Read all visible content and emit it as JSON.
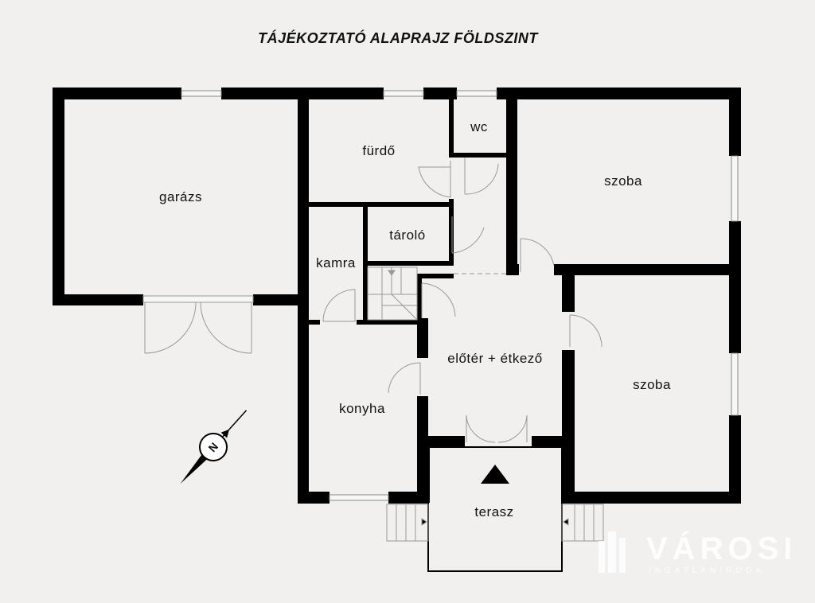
{
  "title": "TÁJÉKOZTATÓ ALAPRAJZ FÖLDSZINT",
  "rooms": {
    "garazs": "garázs",
    "furdo": "fürdő",
    "wc": "wc",
    "szoba_top": "szoba",
    "tarolo": "tároló",
    "kamra": "kamra",
    "eloter": "előtér + étkező",
    "szoba_bottom": "szoba",
    "konyha": "konyha",
    "terasz": "terasz"
  },
  "compass": {
    "label": "N"
  },
  "logo": {
    "name": "VÁROSI",
    "tagline": "INGATLANIRODA"
  },
  "colors": {
    "wall": "#000000",
    "background": "#f1f0ee",
    "door": "#999999"
  }
}
